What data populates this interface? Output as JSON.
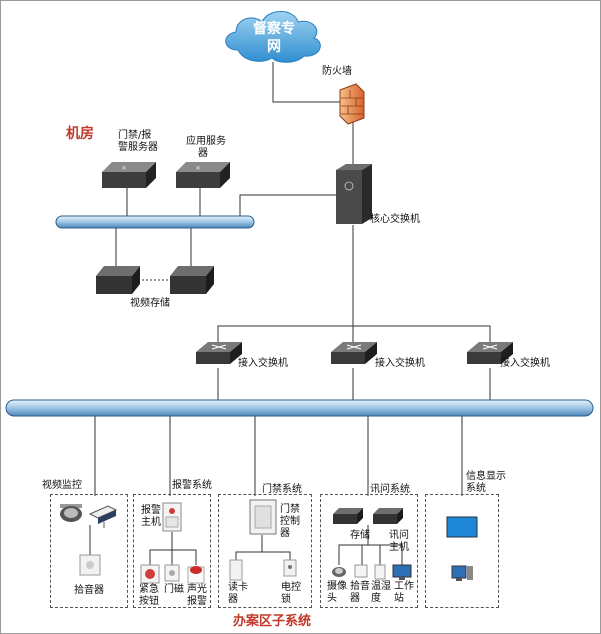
{
  "network": {
    "cloud": [
      "督察专",
      "网"
    ],
    "firewall": "防火墙",
    "core_switch": "核心交换机",
    "machine_room": "机房",
    "access_server": [
      "门禁/报",
      "警服务器"
    ],
    "app_server": [
      "应用服务",
      "器"
    ],
    "video_storage": "视频存储",
    "access_switch": "接入交换机"
  },
  "subsystems": {
    "video": {
      "title": "视频监控",
      "pickup": "拾音器"
    },
    "alarm": {
      "title": "报警系统",
      "host": [
        "报警",
        "主机"
      ],
      "emergency": [
        "紧急",
        "按钮"
      ],
      "door_magnet": "门磁",
      "sound_light": [
        "声光",
        "报警"
      ]
    },
    "access": {
      "title": "门禁系统",
      "controller": [
        "门禁",
        "控制",
        "器"
      ],
      "card_reader": [
        "读卡",
        "器"
      ],
      "electric_lock": [
        "电控",
        "锁"
      ]
    },
    "interrogation": {
      "title": "讯问系统",
      "storage": "存储",
      "host": [
        "讯问",
        "主机"
      ],
      "camera": [
        "摄像",
        "头"
      ],
      "pickup": [
        "拾音",
        "器"
      ],
      "temp_humidity": [
        "温湿",
        "度"
      ],
      "workstation": [
        "工作",
        "站"
      ]
    },
    "info_display": {
      "title": [
        "信息显示",
        "系统"
      ]
    }
  },
  "footer_title": "办案区子系统"
}
